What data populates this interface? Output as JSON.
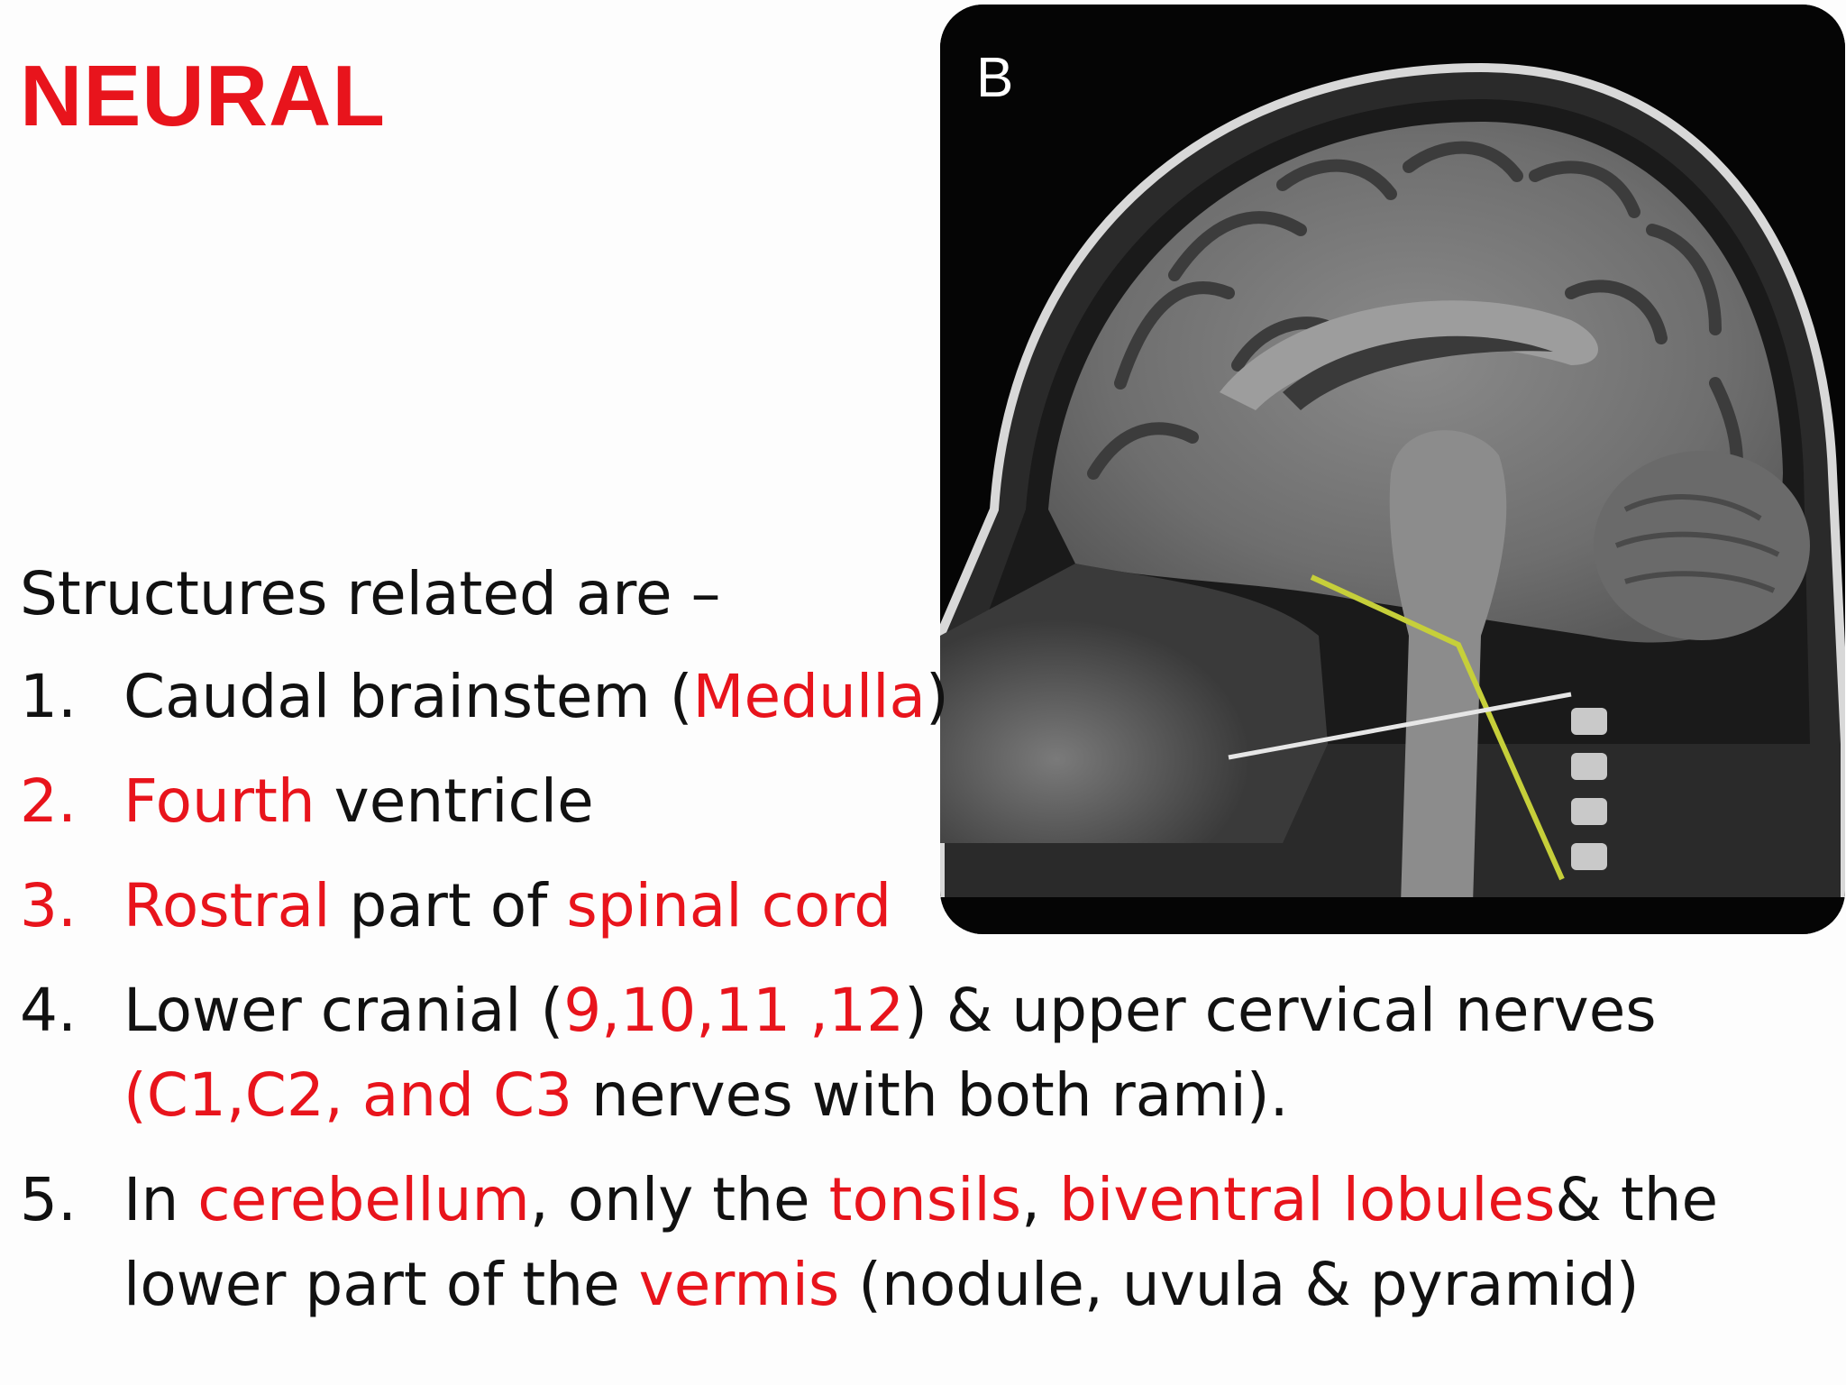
{
  "title": "NEURAL",
  "figure": {
    "panel_label": "B"
  },
  "intro": "Structures related are –",
  "items": [
    {
      "num": "1.",
      "num_color": "dark",
      "segments": [
        {
          "text": "Caudal brainstem (",
          "red": false
        },
        {
          "text": "Medulla",
          "red": true
        },
        {
          "text": ")",
          "red": false
        }
      ]
    },
    {
      "num": "2.",
      "num_color": "red",
      "segments": [
        {
          "text": "Fourth",
          "red": true
        },
        {
          "text": " ventricle",
          "red": false
        }
      ]
    },
    {
      "num": "3.",
      "num_color": "red",
      "segments": [
        {
          "text": "Rostral",
          "red": true
        },
        {
          "text": " part of ",
          "red": false
        },
        {
          "text": "spinal cord",
          "red": true
        }
      ]
    },
    {
      "num": "4.",
      "num_color": "dark",
      "segments": [
        {
          "text": "Lower cranial (",
          "red": false
        },
        {
          "text": "9,10,11 ,12",
          "red": true
        },
        {
          "text": ") & upper cervical nerves",
          "red": false
        },
        {
          "text": "\n",
          "red": false
        },
        {
          "text": "(C1,C2, and C3",
          "red": true
        },
        {
          "text": " nerves with both rami).",
          "red": false
        }
      ]
    },
    {
      "num": "5.",
      "num_color": "dark",
      "segments": [
        {
          "text": "In ",
          "red": false
        },
        {
          "text": "cerebellum",
          "red": true
        },
        {
          "text": ", only the ",
          "red": false
        },
        {
          "text": "tonsils",
          "red": true
        },
        {
          "text": ", ",
          "red": false
        },
        {
          "text": "biventral lobules",
          "red": true
        },
        {
          "text": "& the",
          "red": false
        },
        {
          "text": "\n",
          "red": false
        },
        {
          "text": "lower part of the ",
          "red": false
        },
        {
          "text": "vermis",
          "red": true
        },
        {
          "text": " (nodule, uvula & pyramid)",
          "red": false
        }
      ]
    }
  ],
  "colors": {
    "accent_red": "#e8141c",
    "text": "#111111"
  }
}
